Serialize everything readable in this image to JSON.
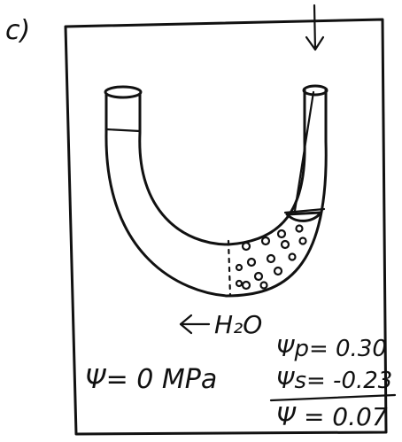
{
  "panel": {
    "label": "c)"
  },
  "labels": {
    "water_flow": "H₂O",
    "psi_outside": "Ψ= 0 MPa",
    "psi_p": "Ψp= 0.30",
    "psi_s": "Ψs= -0.23",
    "psi_total": "Ψ = 0.07"
  },
  "icons": {
    "down_arrow": "arrow-down-icon",
    "left_arrow": "arrow-left-icon"
  },
  "colors": {
    "ink": "#111111",
    "paper": "#ffffff"
  }
}
